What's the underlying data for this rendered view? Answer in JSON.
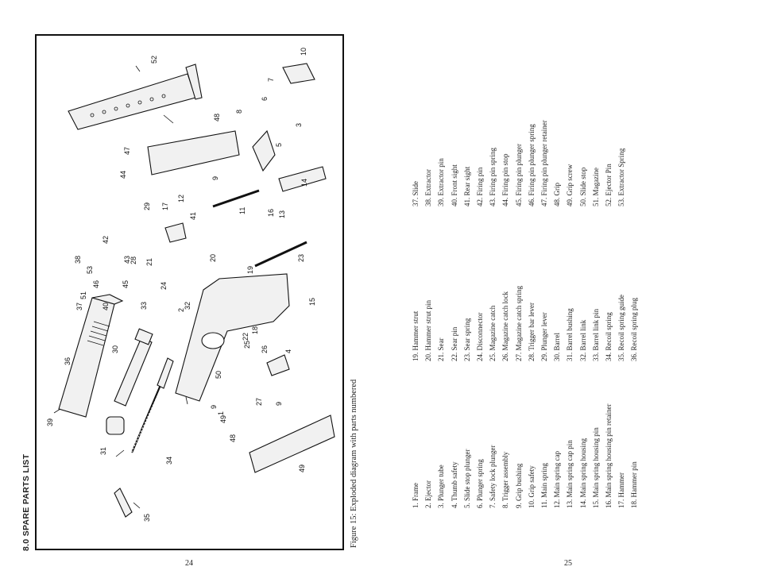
{
  "section_title": "8.0 SPARE PARTS LIST",
  "figure_caption": "Figure 15: Exploded diagram with parts numbered",
  "page_numbers": {
    "left": "24",
    "right": "25"
  },
  "parts_list": {
    "col1": [
      "1. Frame",
      "2. Ejector",
      "3. Plunger tube",
      "4. Thumb safety",
      "5. Slide stop plunger",
      "6. Plunger spring",
      "7. Safety lock plunger",
      "8. Trigger assembly",
      "9. Grip bushing",
      "10. Grip safety",
      "11. Main spring",
      "12. Main spring cap",
      "13. Main spring cap pin",
      "14. Main spring housing",
      "15. Main spring housing pin",
      "16. Main spring housing pin retainer",
      "17. Hammer",
      "18. Hammer pin"
    ],
    "col2": [
      "19. Hammer strut",
      "20. Hammer strut pin",
      "21. Sear",
      "22. Sear pin",
      "23. Sear spring",
      "24. Disconnector",
      "25. Magazine catch",
      "26. Magazine catch lock",
      "27. Magazine catch spring",
      "28. Trigger bar lever",
      "29. Plunger lever",
      "30. Barrel",
      "31. Barrel bushing",
      "32. Barrel link",
      "33. Barrel link pin",
      "34. Recoil spring",
      "35. Recoil spring guide",
      "36. Recoil spring plug"
    ],
    "col3": [
      "37. Slide",
      "38. Extractor",
      "39. Extractor pin",
      "40. Front sight",
      "41. Rear sight",
      "42. Firing pin",
      "43. Firing pin spring",
      "44. Firing pin stop",
      "45. Firing pin plunger",
      "46. Firing pin plunger spring",
      "47. Firing pin plunger retainer",
      "48. Grip",
      "49. Grip screw",
      "50. Slide stop",
      "51. Magazine",
      "52. Ejector Pin",
      "53. Extractor Spring"
    ]
  },
  "callouts": [
    "1",
    "2",
    "3",
    "4",
    "5",
    "6",
    "7",
    "8",
    "9",
    "9",
    "9",
    "10",
    "11",
    "12",
    "13",
    "14",
    "15",
    "16",
    "17",
    "18",
    "19",
    "20",
    "21",
    "22",
    "23",
    "24",
    "25",
    "26",
    "27",
    "28",
    "29",
    "30",
    "31",
    "32",
    "33",
    "34",
    "35",
    "36",
    "37",
    "38",
    "39",
    "40",
    "41",
    "42",
    "43",
    "44",
    "45",
    "46",
    "47",
    "48",
    "48",
    "49",
    "49",
    "50",
    "51",
    "52",
    "53"
  ]
}
